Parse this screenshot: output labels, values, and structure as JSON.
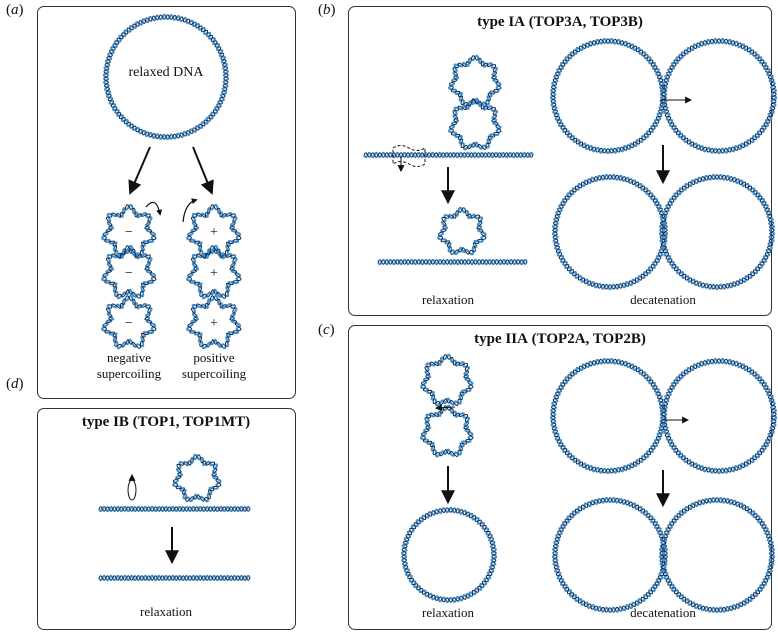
{
  "panels": {
    "a": {
      "letter": "a",
      "center_label": "relaxed DNA",
      "neg_label": [
        "negative",
        "supercoiling"
      ],
      "pos_label": [
        "positive",
        "supercoiling"
      ],
      "neg_sign": "−",
      "pos_sign": "+"
    },
    "b": {
      "letter": "b",
      "title_type": "type IA",
      "title_enzymes": "(TOP3A, TOP3B)",
      "left_label": "relaxation",
      "right_label": "decatenation"
    },
    "c": {
      "letter": "c",
      "title_type": "type IIA",
      "title_enzymes": "(TOP2A, TOP2B)",
      "left_label": "relaxation",
      "right_label": "decatenation"
    },
    "d": {
      "letter": "d",
      "title_type": "type IB",
      "title_enzymes": "(TOP1, TOP1MT)",
      "label": "relaxation"
    }
  },
  "colors": {
    "dna_blue": "#3d8fd1",
    "dna_dark": "#1a2a44",
    "frame": "#333333",
    "arrow": "#111111"
  }
}
